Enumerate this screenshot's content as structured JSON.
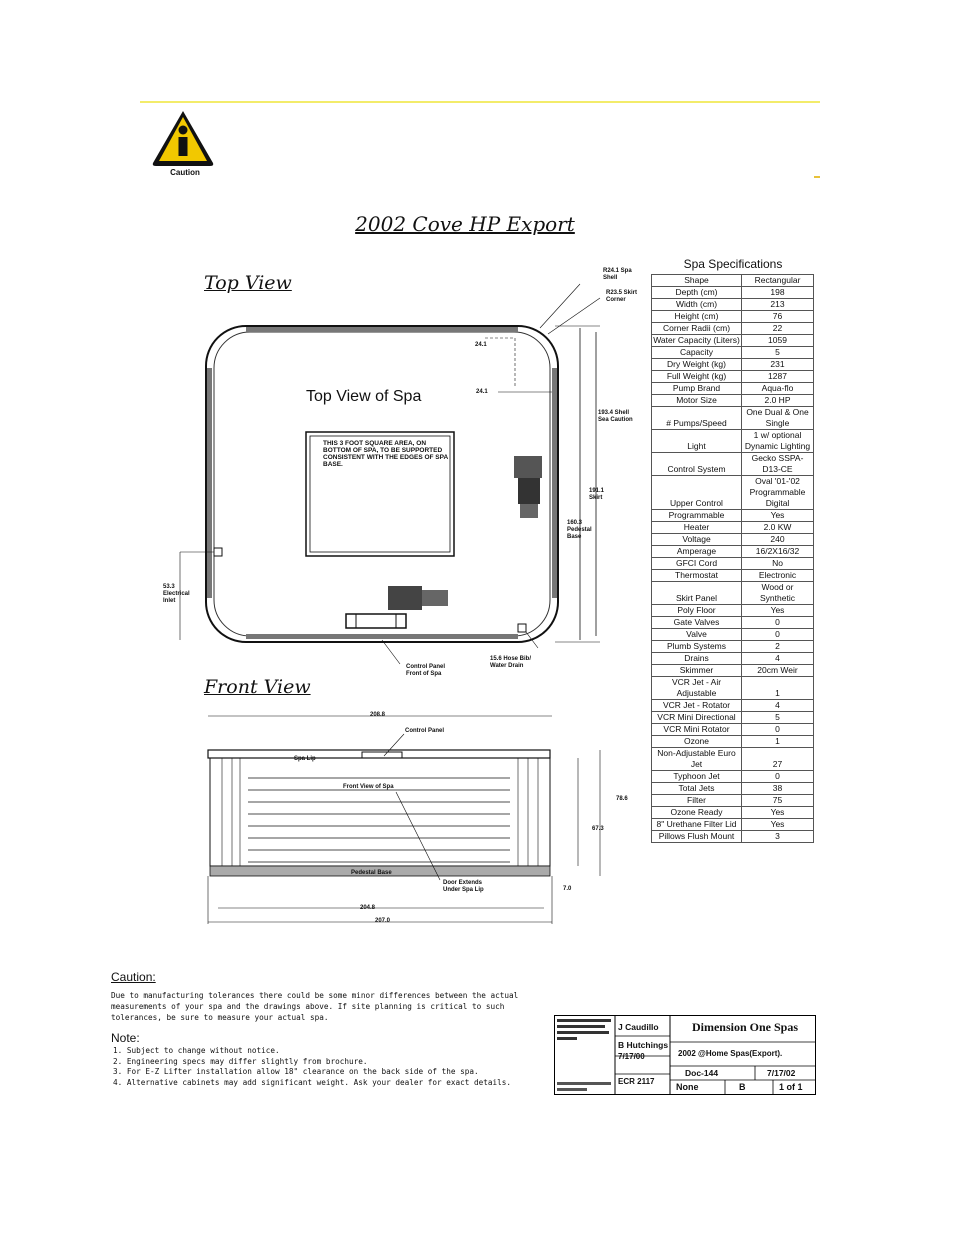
{
  "caution_badge": {
    "label": "Caution",
    "icon": "caution-info-icon",
    "color": "#f2c800"
  },
  "title": "2002 Cove HP Export",
  "top_view": {
    "heading": "Top View",
    "inner_title": "Top View of Spa",
    "notice": "THIS 3 FOOT SQUARE AREA, ON BOTTOM OF SPA, TO BE SUPPORTED CONSISTENT WITH THE EDGES OF SPA BASE.",
    "callout_shell": "R24.1 Spa Shell",
    "callout_skirt": "R23.5 Skirt Corner",
    "dim_24a": "24.1",
    "dim_24b": "24.1",
    "dim_shell": "193.4 Shell Sea Caution",
    "dim_skirt": "191.1 Skirt",
    "dim_pedestal": "160.3 Pedestal Base",
    "dim_electrical": "53.3 Electrical Inlet",
    "control_panel": "Control Panel Front of Spa",
    "drain": "15.6 Hose Bib/ Water Drain"
  },
  "front_view": {
    "heading": "Front View",
    "dim_top": "208.8",
    "control_panel": "Control Panel",
    "spa_lip": "Spa Lip",
    "inner_title": "Front View of Spa",
    "dim_right1": "78.6",
    "dim_right2": "67.3",
    "pedestal": "Pedestal Base",
    "door": "Door Extends Under Spa Lip",
    "dim_small": "7.0",
    "dim_bottom1": "204.8",
    "dim_bottom2": "207.0"
  },
  "specs": {
    "title": "Spa Specifications",
    "rows": [
      [
        "Shape",
        "Rectangular"
      ],
      [
        "Depth (cm)",
        "198"
      ],
      [
        "Width (cm)",
        "213"
      ],
      [
        "Height (cm)",
        "76"
      ],
      [
        "Corner Radii (cm)",
        "22"
      ],
      [
        "Water Capacity (Liters)",
        "1059"
      ],
      [
        "Capacity",
        "5"
      ],
      [
        "Dry Weight (kg)",
        "231"
      ],
      [
        "Full Weight (kg)",
        "1287"
      ],
      [
        "Pump Brand",
        "Aqua-flo"
      ],
      [
        "Motor Size",
        "2.0 HP"
      ],
      [
        "# Pumps/Speed",
        "One Dual & One Single"
      ],
      [
        "Light",
        "1 w/ optional Dynamic Lighting"
      ],
      [
        "Control System",
        "Gecko SSPA-D13-CE"
      ],
      [
        "Upper Control",
        "Oval '01-'02 Programmable Digital"
      ],
      [
        "Programmable",
        "Yes"
      ],
      [
        "Heater",
        "2.0 KW"
      ],
      [
        "Voltage",
        "240"
      ],
      [
        "Amperage",
        "16/2X16/32"
      ],
      [
        "GFCI Cord",
        "No"
      ],
      [
        "Thermostat",
        "Electronic"
      ],
      [
        "Skirt Panel",
        "Wood or Synthetic"
      ],
      [
        "Poly Floor",
        "Yes"
      ],
      [
        "Gate Valves",
        "0"
      ],
      [
        "Valve",
        "0"
      ],
      [
        "Plumb Systems",
        "2"
      ],
      [
        "Drains",
        "4"
      ],
      [
        "Skimmer",
        "20cm Weir"
      ],
      [
        "VCR Jet - Air Adjustable",
        "1"
      ],
      [
        "VCR Jet - Rotator",
        "4"
      ],
      [
        "VCR Mini Directional",
        "5"
      ],
      [
        "VCR Mini Rotator",
        "0"
      ],
      [
        "Ozone",
        "1"
      ],
      [
        "Non-Adjustable Euro Jet",
        "27"
      ],
      [
        "Typhoon Jet",
        "0"
      ],
      [
        "Total Jets",
        "38"
      ],
      [
        "Filter",
        "75"
      ],
      [
        "Ozone Ready",
        "Yes"
      ],
      [
        "8\" Urethane Filter Lid",
        "Yes"
      ],
      [
        "Pillows Flush Mount",
        "3"
      ]
    ]
  },
  "caution_note": {
    "heading": "Caution:",
    "text": "Due to manufacturing tolerances there could be some minor differences between the actual measurements of your spa and the drawings above. If site planning is critical to such tolerances, be sure to measure your actual spa."
  },
  "notes": {
    "heading": "Note:",
    "items": [
      "1.  Subject to change without notice.",
      "2.  Engineering specs may differ slightly from brochure.",
      "3.  For E-Z Lifter installation allow 18\" clearance on the back side of the spa.",
      "4.  Alternative cabinets may add significant weight.  Ask your dealer for exact details."
    ]
  },
  "title_block": {
    "drawn_by": "J Caudillo",
    "engineer": "B Hutchings",
    "date1": "7/17/00",
    "ecr": "ECR 2117",
    "company": "Dimension One Spas",
    "drawing_title": "2002 @Home Spas(Export).",
    "doc": "Doc-144",
    "date2": "7/17/02",
    "scale": "None",
    "rev": "B",
    "sheet": "1 of 1"
  }
}
